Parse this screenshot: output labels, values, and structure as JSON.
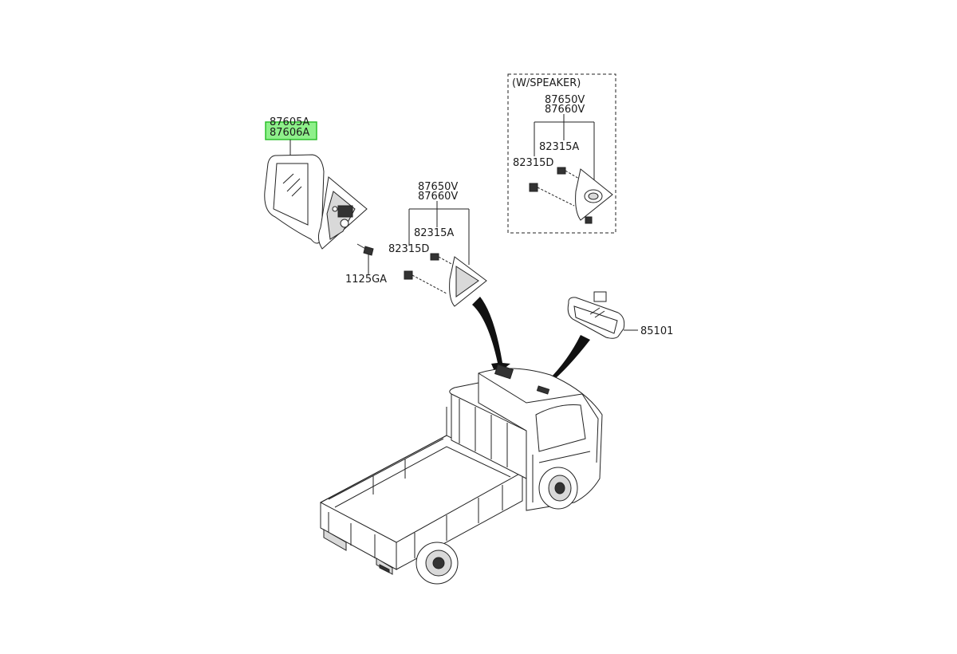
{
  "diagram": {
    "labels": {
      "mirror_outside_a": "87605A",
      "mirror_outside_b": "87606A",
      "bolt": "1125GA",
      "cover_a": "87650V",
      "cover_b": "87660V",
      "clip_a": "82315A",
      "clip_d": "82315D",
      "inside_mirror": "85101",
      "speaker_title": "(W/SPEAKER)",
      "speaker_cover_a": "87650V",
      "speaker_cover_b": "87660V",
      "speaker_clip_a": "82315A",
      "speaker_clip_d": "82315D"
    },
    "highlight_color": "#8ef08a"
  }
}
